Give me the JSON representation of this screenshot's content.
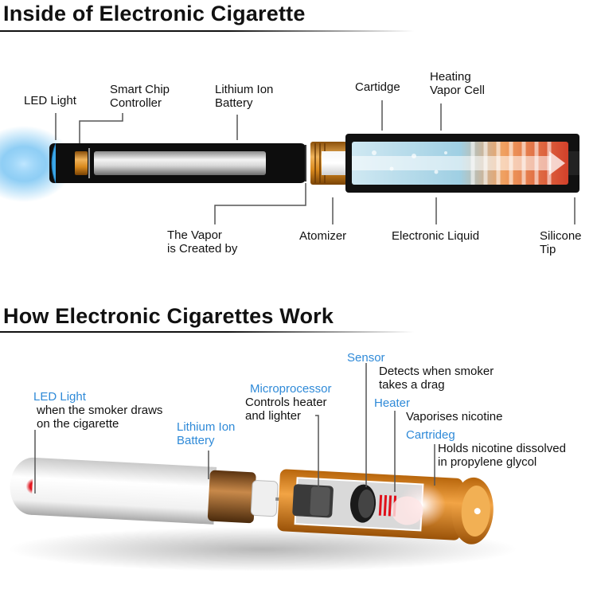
{
  "top": {
    "title": "Inside of Electronic Cigarette",
    "labels": {
      "led_light": "LED Light",
      "smart_chip_1": "Smart Chip",
      "smart_chip_2": "Controller",
      "battery_1": "Lithium Ion",
      "battery_2": "Battery",
      "cartidge": "Cartidge",
      "heating_1": "Heating",
      "heating_2": "Vapor Cell",
      "vapor_1": "The Vapor",
      "vapor_2": "is Created by",
      "atomizer": "Atomizer",
      "liquid": "Electronic Liquid",
      "silicone_1": "Silicone",
      "silicone_2": "Tip"
    }
  },
  "bottom": {
    "title": "How Electronic Cigarettes Work",
    "labels": {
      "led_title": "LED Light",
      "led_desc_1": "when the smoker draws",
      "led_desc_2": "on the cigarette",
      "battery_1": "Lithium Ion",
      "battery_2": "Battery",
      "micro_title": "Microprocessor",
      "micro_desc_1": "Controls heater",
      "micro_desc_2": "and lighter",
      "sensor_title": "Sensor",
      "sensor_desc_1": "Detects when smoker",
      "sensor_desc_2": "takes a drag",
      "heater_title": "Heater",
      "heater_desc": "Vaporises nicotine",
      "cart_title": "Cartrideg",
      "cart_desc_1": "Holds nicotine dissolved",
      "cart_desc_2": "in propylene glycol"
    }
  },
  "colors": {
    "label_blue": "#2f8ad8",
    "led_blue": "#3aa6e8",
    "led_red": "#e0101a",
    "brass": "#d98a1e"
  }
}
